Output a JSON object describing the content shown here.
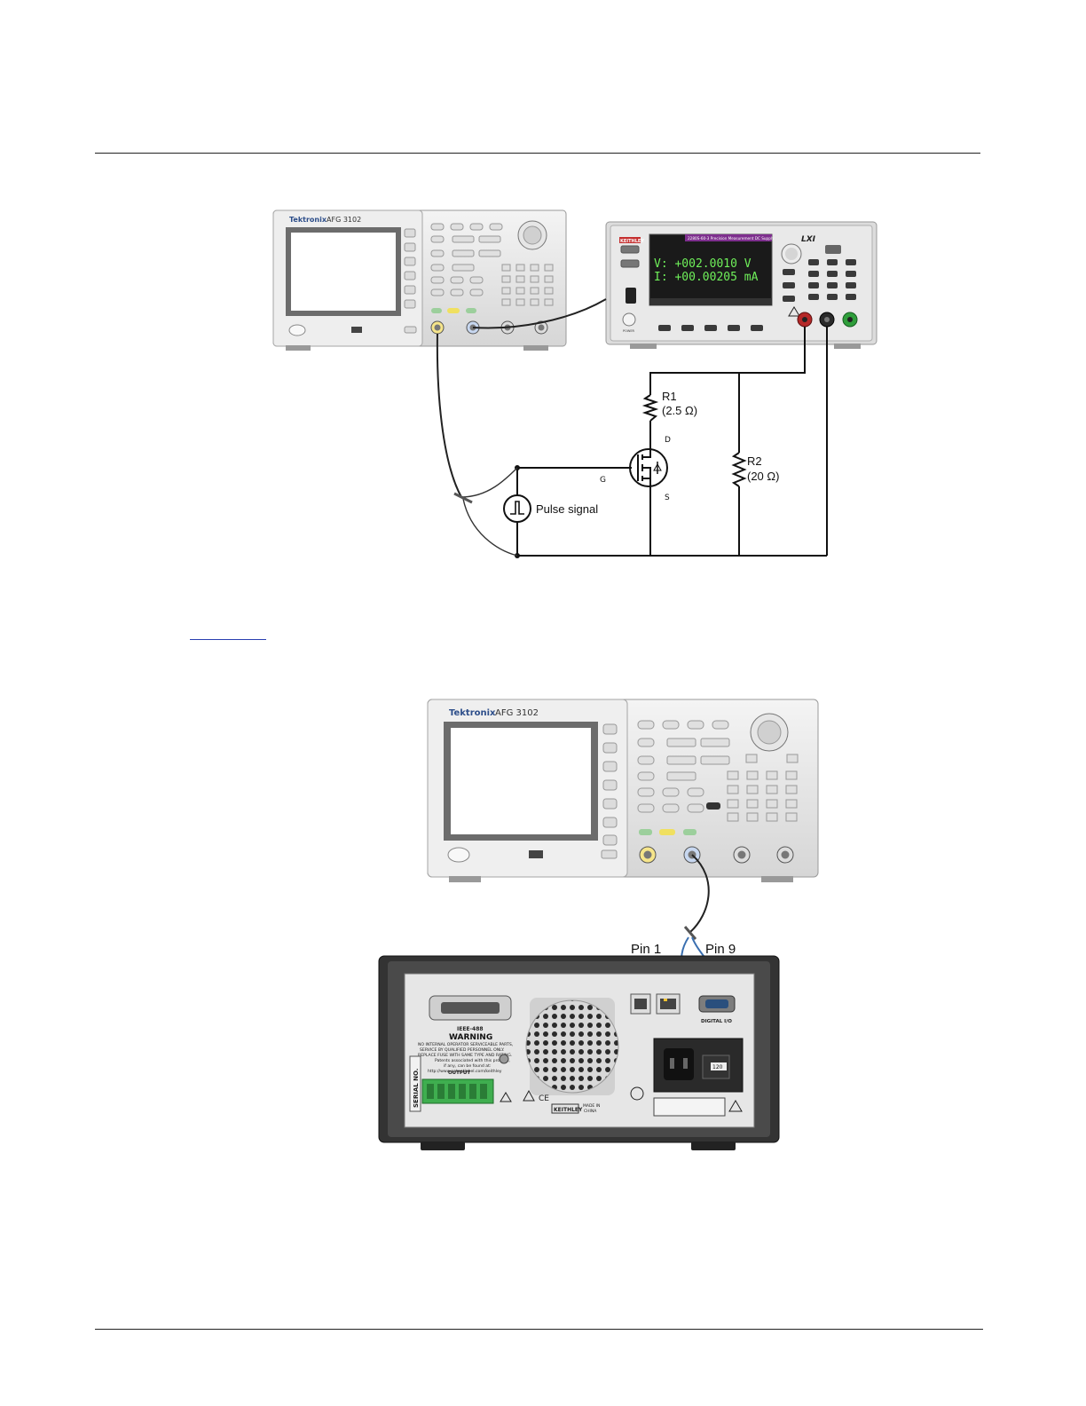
{
  "figure1": {
    "afg": {
      "brand": "Tektronix",
      "model": "AFG 3102"
    },
    "smu": {
      "brand": "KEITHLEY",
      "header": "2280S-60-3 Precision Measurement DC Supply",
      "voltage_readout": "V: +002.0010 V",
      "current_readout": "I: +00.00205 mA",
      "lxi": "LXI",
      "power_label": "POWER"
    },
    "circuit": {
      "r1_name": "R1",
      "r1_value": "(2.5 Ω)",
      "r2_name": "R2",
      "r2_value": "(20 Ω)",
      "drain": "D",
      "gate": "G",
      "source": "S",
      "pulse_label": "Pulse signal"
    }
  },
  "figure2": {
    "afg": {
      "brand": "Tektronix",
      "model": "AFG 3102"
    },
    "pin1": "Pin 1",
    "pin9": "Pin 9",
    "rear": {
      "ieee": "IEEE-488",
      "warning_title": "WARNING",
      "warning_text": [
        "NO INTERNAL OPERATOR SERVICEABLE PARTS,",
        "SERVICE BY QUALIFIED PERSONNEL ONLY.",
        "REPLACE FUSE WITH SAME TYPE AND RATING.",
        "Patents associated with this product,",
        "if any, can be found at:",
        "http://www.patentlabel.com/keithley"
      ],
      "serial": "SERIAL NO.",
      "output": "OUTPUT",
      "digital_io": "DIGITAL I/O",
      "fuse": "120",
      "keithley": "KEITHLEY",
      "made_in": "MADE IN",
      "china": "CHINA"
    }
  }
}
